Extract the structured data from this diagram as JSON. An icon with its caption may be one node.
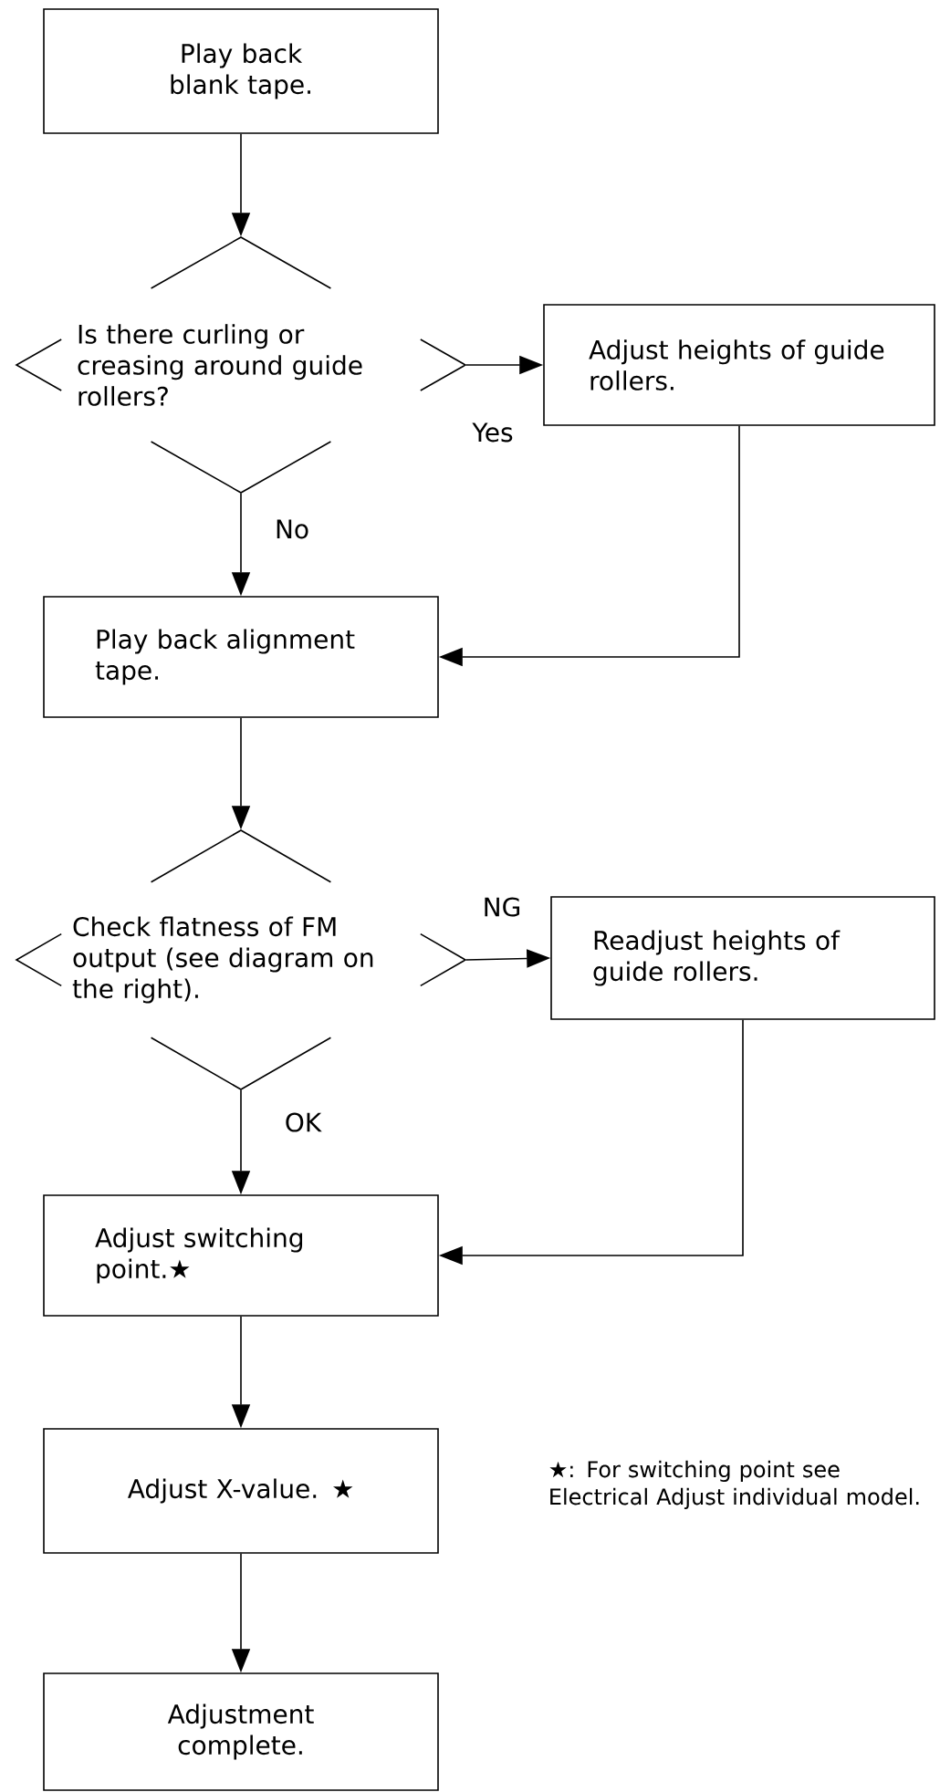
{
  "diagram": {
    "nodes": [
      {
        "text": [
          "Play back blank tape."
        ]
      },
      {
        "text": [
          "Is there curling or creasing around guide rollers?"
        ]
      },
      {
        "text": [
          "Adjust heights of guide rollers."
        ]
      },
      {
        "text": [
          "Play back alignment tape."
        ]
      },
      {
        "text": [
          "Check flatness of FM output (see diagram on the right)."
        ]
      },
      {
        "text": [
          "Readjust heights of guide rollers."
        ]
      },
      {
        "text": [
          "Adjust switching point.★"
        ]
      },
      {
        "text": [
          "Adjust X-value. ★"
        ]
      },
      {
        "text": [
          "Adjustment complete."
        ]
      }
    ],
    "edges": [
      {
        "from": 0,
        "to": 1,
        "arrow": "to"
      },
      {
        "from": 1,
        "to": 2,
        "arrow": "to",
        "label": "Yes"
      },
      {
        "from": 1,
        "to": 3,
        "arrow": "to",
        "label": "No"
      },
      {
        "from": 2,
        "to": 3,
        "arrow": "to"
      },
      {
        "from": 3,
        "to": 4,
        "arrow": "to"
      },
      {
        "from": 4,
        "to": 5,
        "arrow": "to",
        "label": "NG"
      },
      {
        "from": 4,
        "to": 6,
        "arrow": "to",
        "label": "OK"
      },
      {
        "from": 5,
        "to": 6,
        "arrow": "to"
      },
      {
        "from": 6,
        "to": 7,
        "arrow": "to"
      },
      {
        "from": 7,
        "to": 8,
        "arrow": "to"
      }
    ],
    "labels": [
      "★: For switching point see Electrical Adjust individual model."
    ]
  }
}
